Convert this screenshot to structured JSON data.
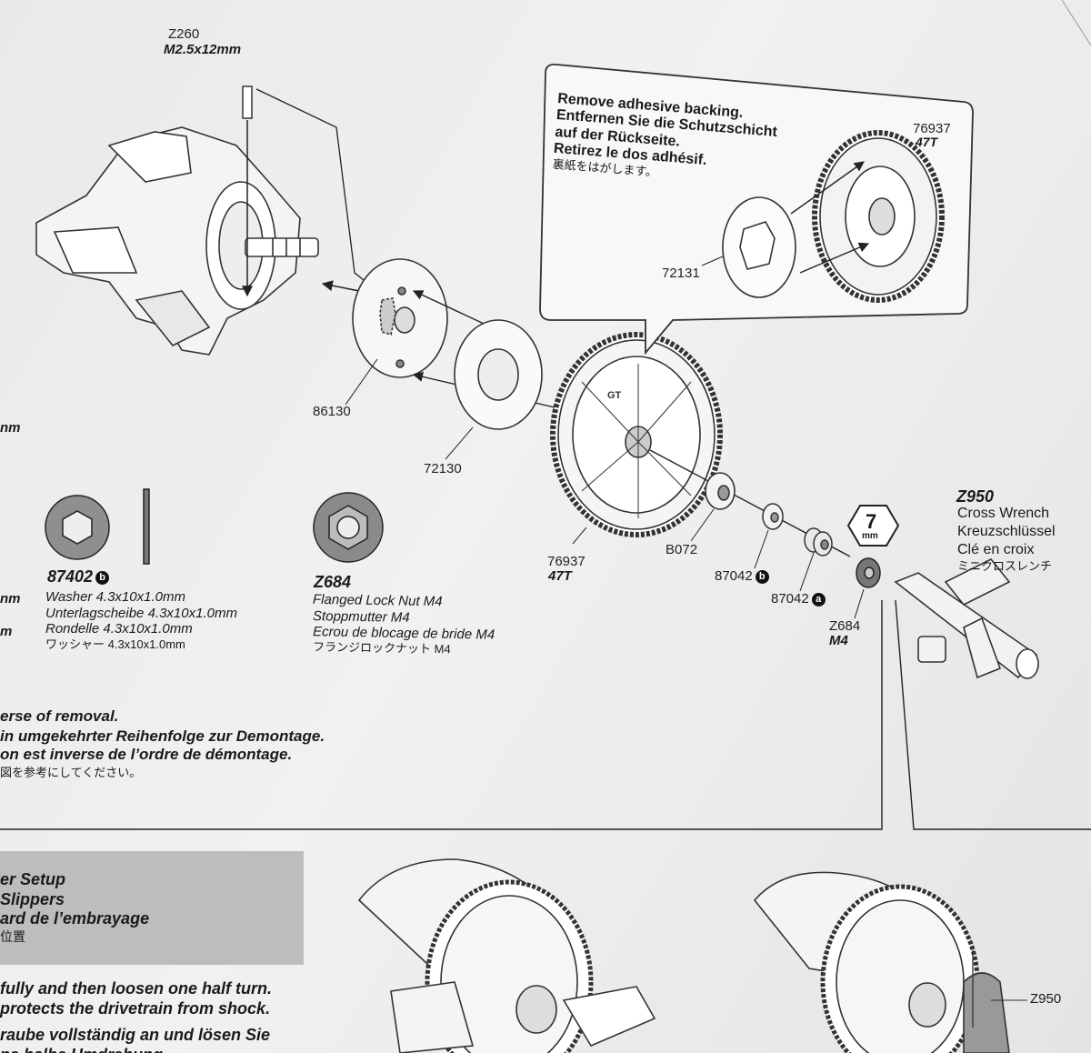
{
  "top_pin": {
    "code": "Z260",
    "spec": "M2.5x12mm"
  },
  "callout": {
    "lines": [
      "Remove adhesive backing.",
      "Entfernen Sie die Schutzschicht",
      "auf der Rückseite.",
      "Retirez le dos adhésif.",
      "裏紙をはがします。"
    ],
    "gear_code": "76937",
    "gear_teeth": "47T",
    "sticker_code": "72131"
  },
  "labels": {
    "p86130": "86130",
    "p72130": "72130",
    "gear_code": "76937",
    "gear_teeth": "47T",
    "b072": "B072",
    "w87042b": "87042",
    "w87042a": "87042",
    "nut_code": "Z684",
    "nut_size": "M4",
    "edge_mm": "nm",
    "wrench_size": "7",
    "wrench_unit": "mm",
    "z950_bottom": "Z950"
  },
  "badges": {
    "a": "a",
    "b": "b"
  },
  "cross_wrench": {
    "code": "Z950",
    "lines": [
      "Cross Wrench",
      "Kreuzschlüssel",
      "Clé en croix",
      "ミニクロスレンチ"
    ]
  },
  "washer": {
    "code": "87402",
    "badge": "b",
    "lines": [
      "Washer 4.3x10x1.0mm",
      "Unterlagscheibe 4.3x10x1.0mm",
      "Rondelle 4.3x10x1.0mm",
      "ワッシャー 4.3x10x1.0mm"
    ]
  },
  "locknut": {
    "code": "Z684",
    "lines": [
      "Flanged Lock Nut M4",
      "Stoppmutter M4",
      "Ecrou de blocage de bride M4",
      "フランジロックナット M4"
    ]
  },
  "left_edge": [
    "nm",
    "m"
  ],
  "note": [
    "erse of removal.",
    "in umgekehrter Reihenfolge zur Demontage.",
    "on est inverse de l’ordre de démontage.",
    "図を参考にしてください。"
  ],
  "setup": [
    "er Setup",
    "Slippers",
    "ard de l’embrayage",
    "位置"
  ],
  "instructions": [
    "fully and then loosen one half turn.",
    "protects the drivetrain from shock.",
    "raube vollständig an und lösen Sie",
    "ne halbe Umdrehung"
  ],
  "gear_print": "GT"
}
